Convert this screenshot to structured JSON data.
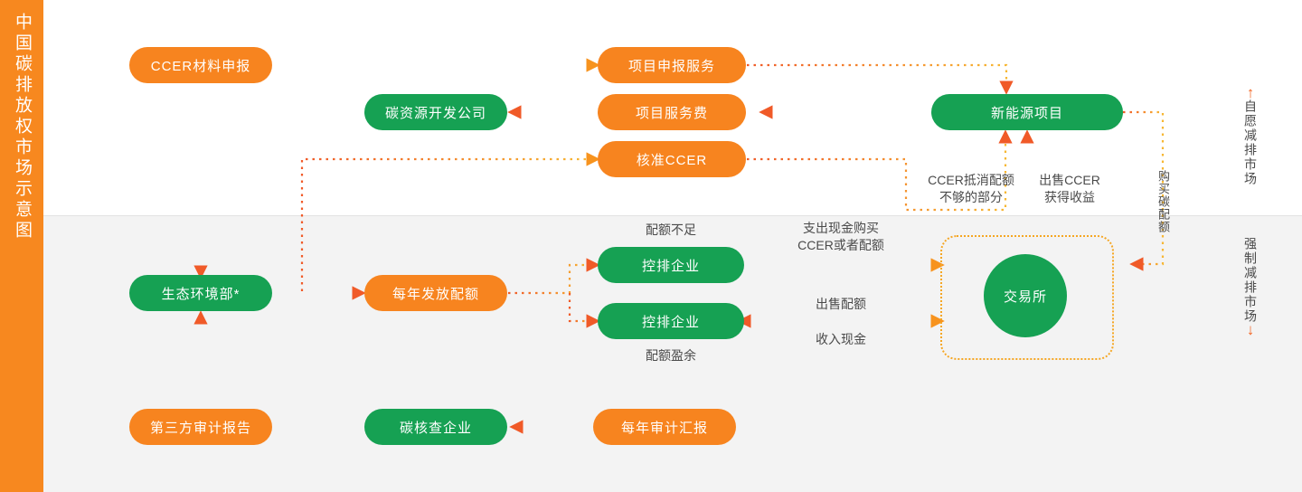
{
  "sidebar": {
    "title": "中国碳排放权市场示意图",
    "bg": "#f7881f"
  },
  "rails": {
    "voluntary": {
      "label": "自愿减排市场",
      "arrow": "↑"
    },
    "mandatory": {
      "label": "强制减排市场",
      "arrow": "↓"
    }
  },
  "colors": {
    "orange_node": "#f7841f",
    "green_node": "#16a153",
    "wire_start": "#f05a28",
    "wire_end": "#f7b733",
    "band_bottom": "#f3f3f3",
    "note_text": "#4a4a4a"
  },
  "nodes": [
    {
      "id": "ccer-material",
      "label": "CCER材料申报",
      "type": "orange"
    },
    {
      "id": "project-apply",
      "label": "项目申报服务",
      "type": "orange"
    },
    {
      "id": "carbon-dev-co",
      "label": "碳资源开发公司",
      "type": "green"
    },
    {
      "id": "project-fee",
      "label": "项目服务费",
      "type": "orange"
    },
    {
      "id": "approve-ccer",
      "label": "核准CCER",
      "type": "orange"
    },
    {
      "id": "new-energy-project",
      "label": "新能源项目",
      "type": "green"
    },
    {
      "id": "mee",
      "label": "生态环境部*",
      "type": "green"
    },
    {
      "id": "annual-quota",
      "label": "每年发放配额",
      "type": "orange"
    },
    {
      "id": "controlled-ent-1",
      "label": "控排企业",
      "type": "green"
    },
    {
      "id": "controlled-ent-2",
      "label": "控排企业",
      "type": "green"
    },
    {
      "id": "exchange",
      "label": "交易所",
      "type": "green-circle"
    },
    {
      "id": "third-party-report",
      "label": "第三方审计报告",
      "type": "orange"
    },
    {
      "id": "verify-company",
      "label": "碳核查企业",
      "type": "green"
    },
    {
      "id": "annual-audit",
      "label": "每年审计汇报",
      "type": "orange"
    }
  ],
  "notes": {
    "ccer_offset": "CCER抵消配额\n不够的部分",
    "sell_ccer": "出售CCER\n获得收益",
    "buy_quota": "购买碳配额",
    "quota_shortage": "配额不足",
    "quota_surplus": "配额盈余",
    "pay_cash": "支出现金购买\nCCER或者配额",
    "sell_quota": "出售配额",
    "receive_cash": "收入现金"
  }
}
